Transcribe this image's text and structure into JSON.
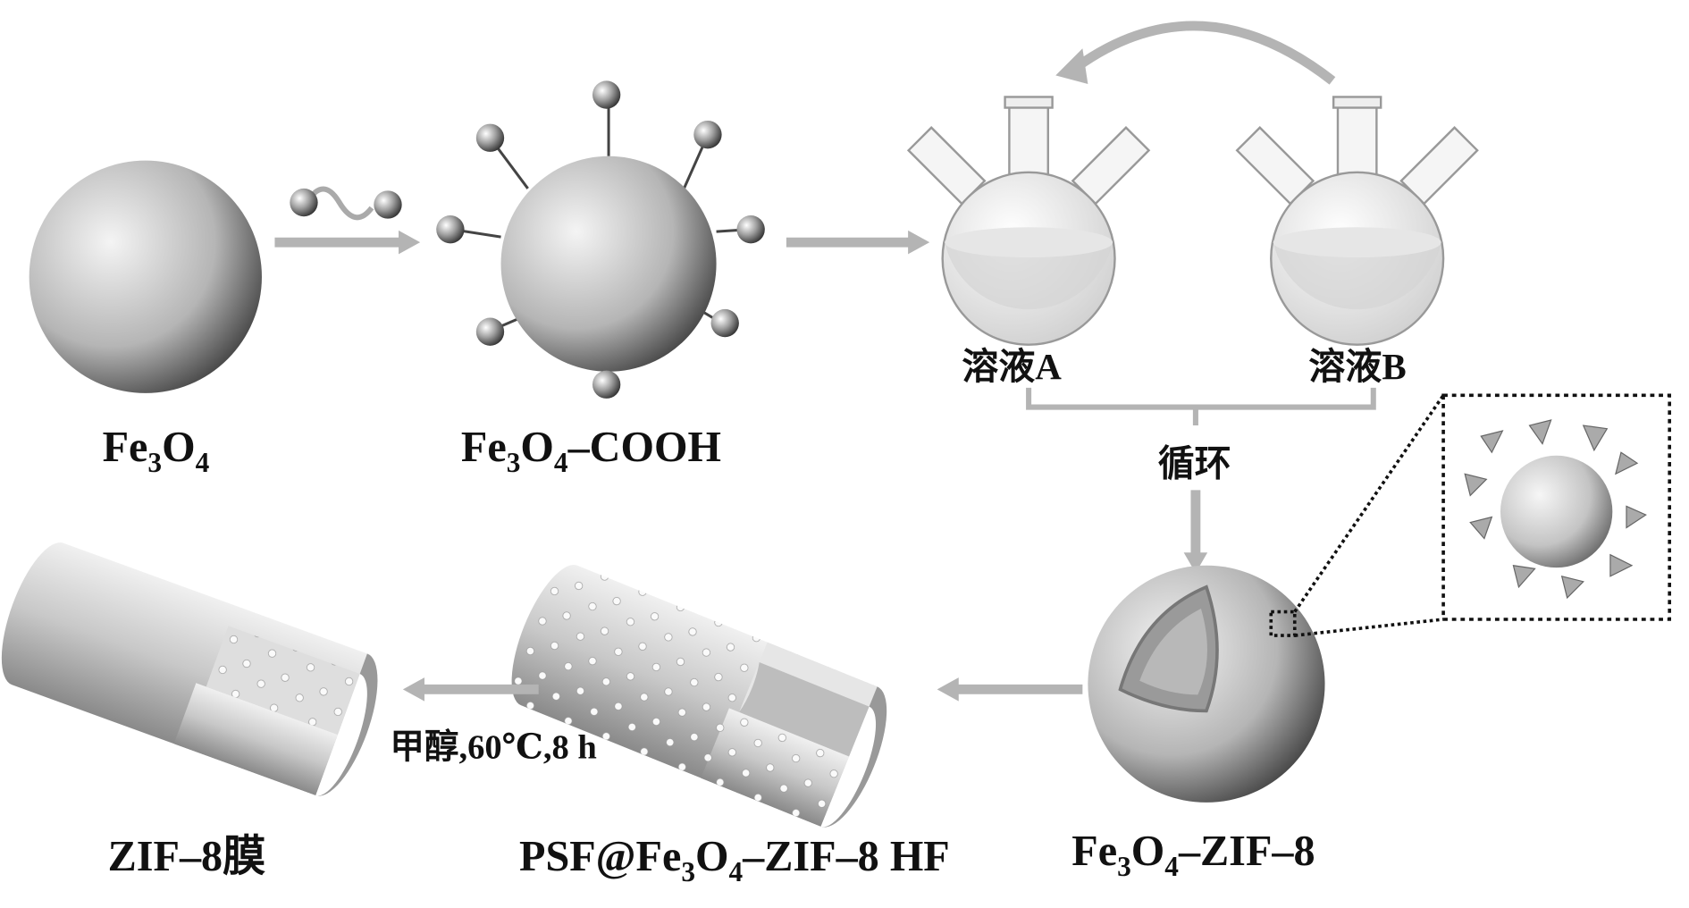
{
  "labels": {
    "fe3o4": {
      "parts": [
        "Fe",
        "3",
        "O",
        "4"
      ]
    },
    "fe3o4_cooh": {
      "parts": [
        "Fe",
        "3",
        "O",
        "4",
        "–COOH"
      ]
    },
    "solution_a": "溶液A",
    "solution_b": "溶液B",
    "cycle": "循环",
    "fe3o4_zif8": {
      "parts": [
        "Fe",
        "3",
        "O",
        "4",
        "–ZIF–8"
      ]
    },
    "psf_hf": {
      "parts": [
        "PSF@Fe",
        "3",
        "O",
        "4",
        "–ZIF–8 HF"
      ]
    },
    "zif8_membrane": "ZIF–8膜",
    "conditions": "甲醇,60℃,8 h"
  },
  "colors": {
    "arrow": "#b4b4b4",
    "sphere_light": "#f2f2f2",
    "sphere_dark": "#3a3a3a",
    "tube": "#cfcfcf"
  }
}
